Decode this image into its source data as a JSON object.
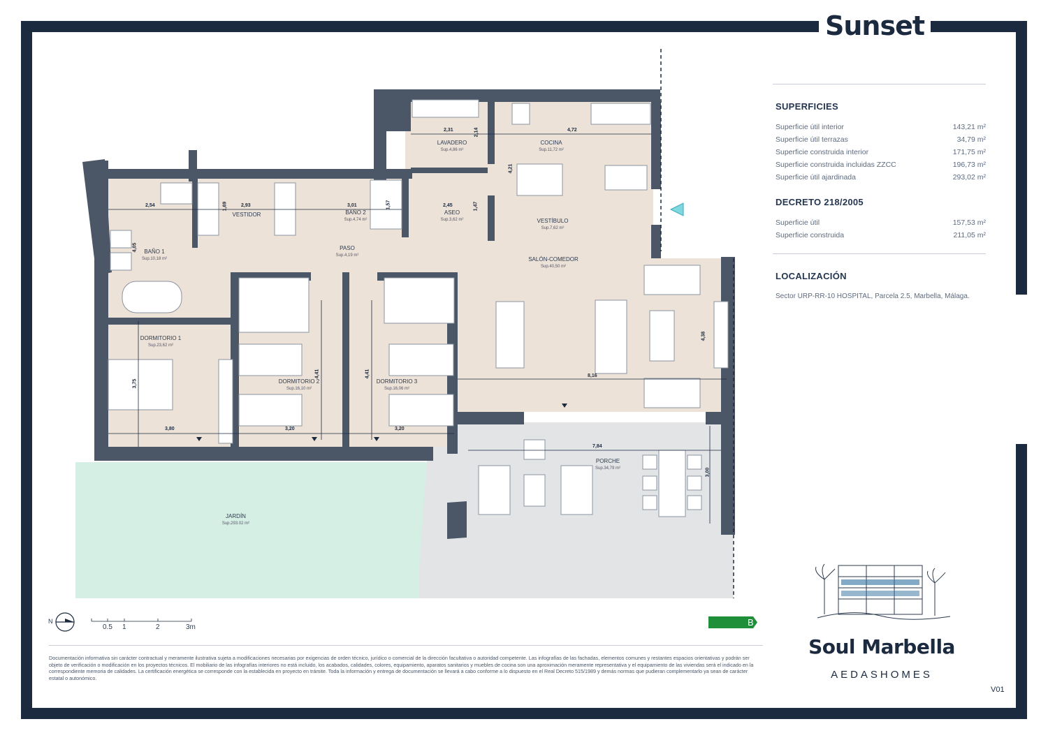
{
  "title": "Sunset",
  "superficies": {
    "heading": "SUPERFICIES",
    "rows": [
      {
        "label": "Superficie útil interior",
        "value": "143,21 m²"
      },
      {
        "label": "Superficie útil terrazas",
        "value": "34,79 m²"
      },
      {
        "label": "Superficie construida interior",
        "value": "171,75 m²"
      },
      {
        "label": "Superficie construida incluidas ZZCC",
        "value": "196,73 m²"
      },
      {
        "label": "Superficie útil ajardinada",
        "value": "293,02 m²"
      }
    ]
  },
  "decreto": {
    "heading": "DECRETO 218/2005",
    "rows": [
      {
        "label": "Superficie útil",
        "value": "157,53 m²"
      },
      {
        "label": "Superficie construida",
        "value": "211,05 m²"
      }
    ]
  },
  "localizacion": {
    "heading": "LOCALIZACIÓN",
    "text": "Sector URP-RR-10 HOSPITAL, Parcela 2.5, Marbella, Málaga."
  },
  "rooms": {
    "lavadero": {
      "name": "LAVADERO",
      "area": "Sup.4,86 m²"
    },
    "cocina": {
      "name": "COCINA",
      "area": "Sup.11,72 m²"
    },
    "bano2": {
      "name": "BAÑO 2",
      "area": "Sup.4,74 m²"
    },
    "aseo": {
      "name": "ASEO",
      "area": "Sup.3,62 m²"
    },
    "vestidor": {
      "name": "VESTIDOR",
      "area": ""
    },
    "bano1": {
      "name": "BAÑO 1",
      "area": "Sup.10,18 m²"
    },
    "paso": {
      "name": "PASO",
      "area": "Sup.4,19 m²"
    },
    "vestibulo": {
      "name": "VESTÍBULO",
      "area": "Sup.7,62 m²"
    },
    "salon": {
      "name": "SALÓN-COMEDOR",
      "area": "Sup.40,50 m²"
    },
    "dorm1": {
      "name": "DORMITORIO 1",
      "area": "Sup.23,62 m²"
    },
    "dorm2": {
      "name": "DORMITORIO 2",
      "area": "Sup.16,10 m²"
    },
    "dorm3": {
      "name": "DORMITORIO 3",
      "area": "Sup.16,06 m²"
    },
    "porche": {
      "name": "PORCHE",
      "area": "Sup.34,79 m²"
    },
    "jardin": {
      "name": "JARDÍN",
      "area": "Sup.293.02 m²"
    }
  },
  "dimensions": {
    "d_231": "2,31",
    "d_214": "2,14",
    "d_472": "4,72",
    "d_421": "4,21",
    "d_254": "2,54",
    "d_169": "1,69",
    "d_293": "2,93",
    "d_301": "3,01",
    "d_157": "1,57",
    "d_245": "2,45",
    "d_147": "1,47",
    "d_405": "4,05",
    "d_375": "3,75",
    "d_441a": "4,41",
    "d_441b": "4,41",
    "d_816": "8,16",
    "d_438": "4,38",
    "d_380": "3,80",
    "d_320a": "3,20",
    "d_320b": "3,20",
    "d_784": "7,84",
    "d_300": "3,00"
  },
  "scale": {
    "north": "N",
    "ticks": [
      "0.5",
      "1",
      "2",
      "3m"
    ]
  },
  "energy_class": "B",
  "disclaimer": "Documentación informativa sin carácter contractual y meramente ilustrativa sujeta a modificaciones necesarias por exigencias de orden técnico, jurídico o comercial de la dirección facultativa o autoridad competente. Las infografías de las fachadas, elementos comunes y restantes espacios orientativas y podrán ser objeto de verificación o modificación en los proyectos técnicos. El mobiliario de las infografías interiores no está incluido, los acabados, calidades, colores, equipamiento, aparatos sanitarios y muebles de cocina son una aproximación meramente representativa y el equipamiento de las viviendas será el indicado en la correspondiente memoria de calidades. La certificación energética se corresponde con la establecida en proyecto en trámite. Toda la información y entrega de documentación se llevará a cabo conforme a lo dispuesto en el Real Decreto 515/1989 y demás normas que pudieran complementarlo ya sean de carácter estatal o autonómico.",
  "brand": {
    "name": "Soul Marbella",
    "developer": "AEDASHOMES"
  },
  "version": "V01",
  "colors": {
    "frame": "#1c2a3f",
    "interior": "#ede2d8",
    "porch": "#e3e4e6",
    "garden": "#d6efe4",
    "wall": "#4b5766"
  }
}
